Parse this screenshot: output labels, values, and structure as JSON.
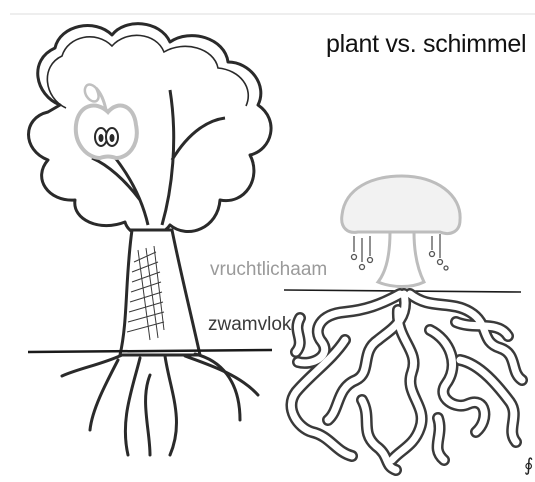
{
  "title": "plant vs. schimmel",
  "labels": {
    "fruiting_body": "vruchtlichaam",
    "mycelium": "zwamvlok"
  },
  "colors": {
    "outline": "#2a2a2a",
    "soft_gray": "#b5b5b5",
    "light_fill": "#e8e8e8",
    "background": "#ffffff"
  }
}
